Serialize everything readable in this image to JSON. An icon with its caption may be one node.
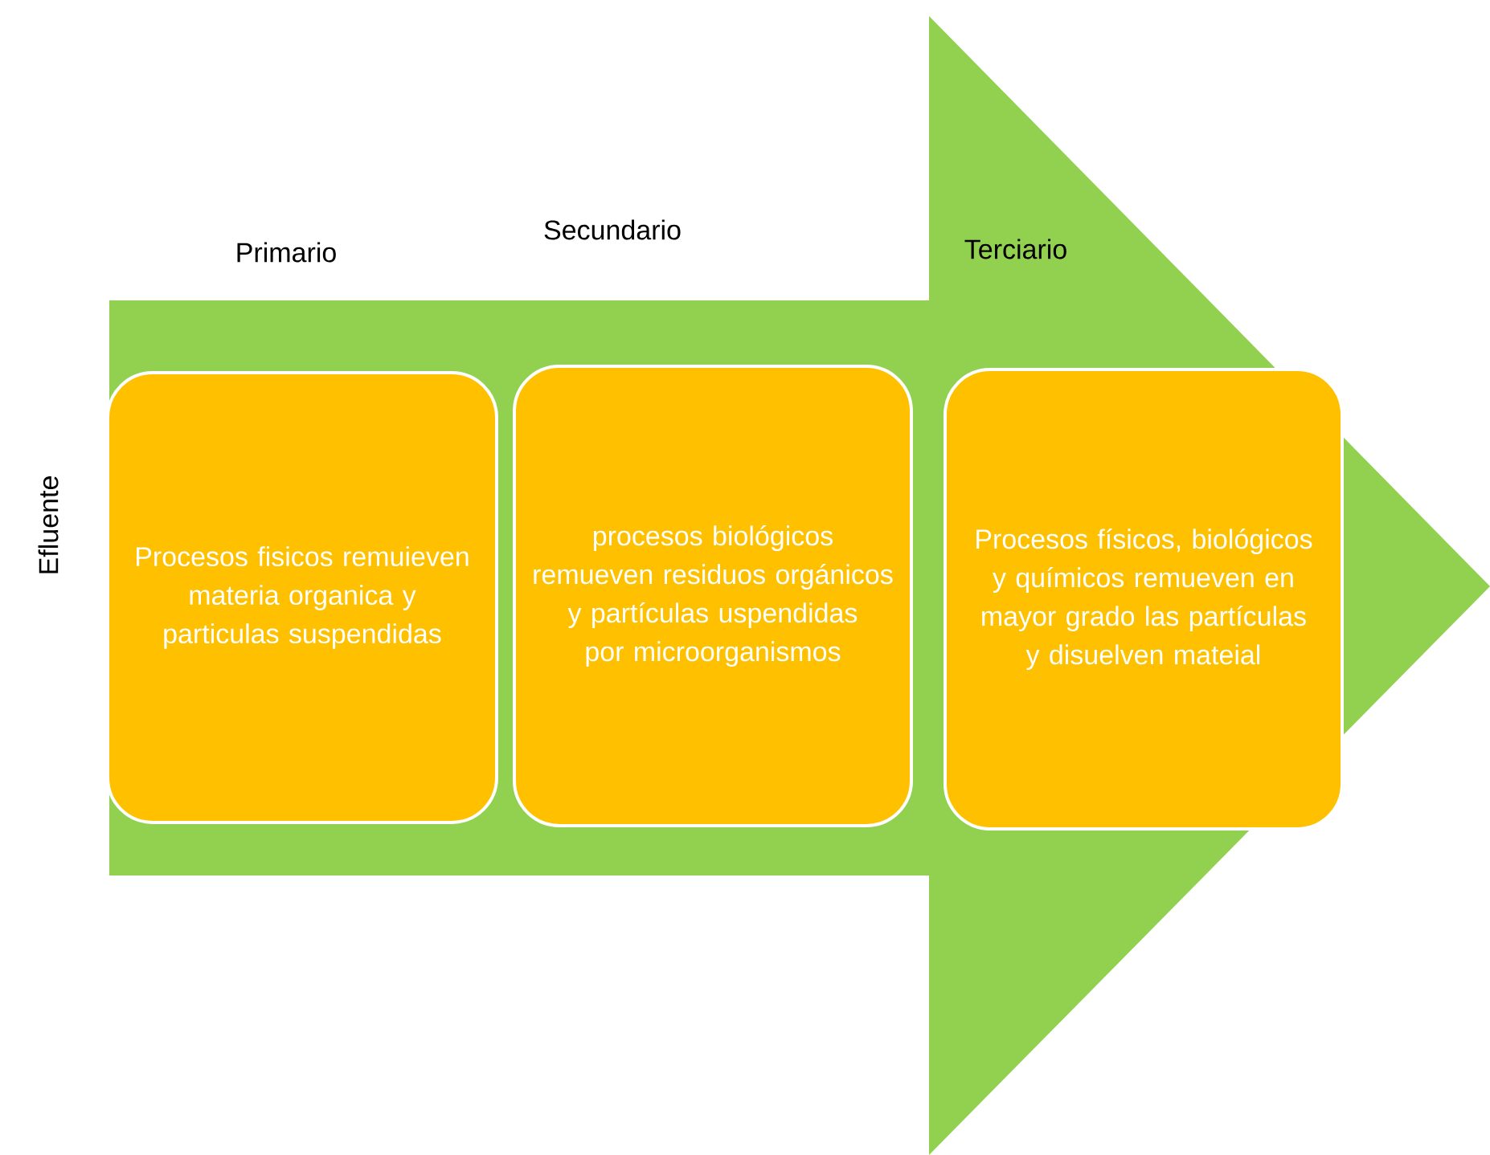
{
  "diagram": {
    "nodes": [
      {
        "text": [],
        "shape": "arrow"
      },
      {
        "text": [
          "Procesos fisicos remuieven materia organica y particulas suspendidas"
        ],
        "in": 0
      },
      {
        "text": [
          "procesos biológicos remueven residuos orgánicos y partículas uspendidas por microorganismos"
        ],
        "in": 0
      },
      {
        "text": [
          "Procesos físicos, biológicos y químicos remueven en mayor grado las partículas y disuelven mateial"
        ],
        "in": 0
      }
    ],
    "labels": [
      "Primario",
      "Secundario",
      "Terciario",
      "Efluente"
    ]
  }
}
